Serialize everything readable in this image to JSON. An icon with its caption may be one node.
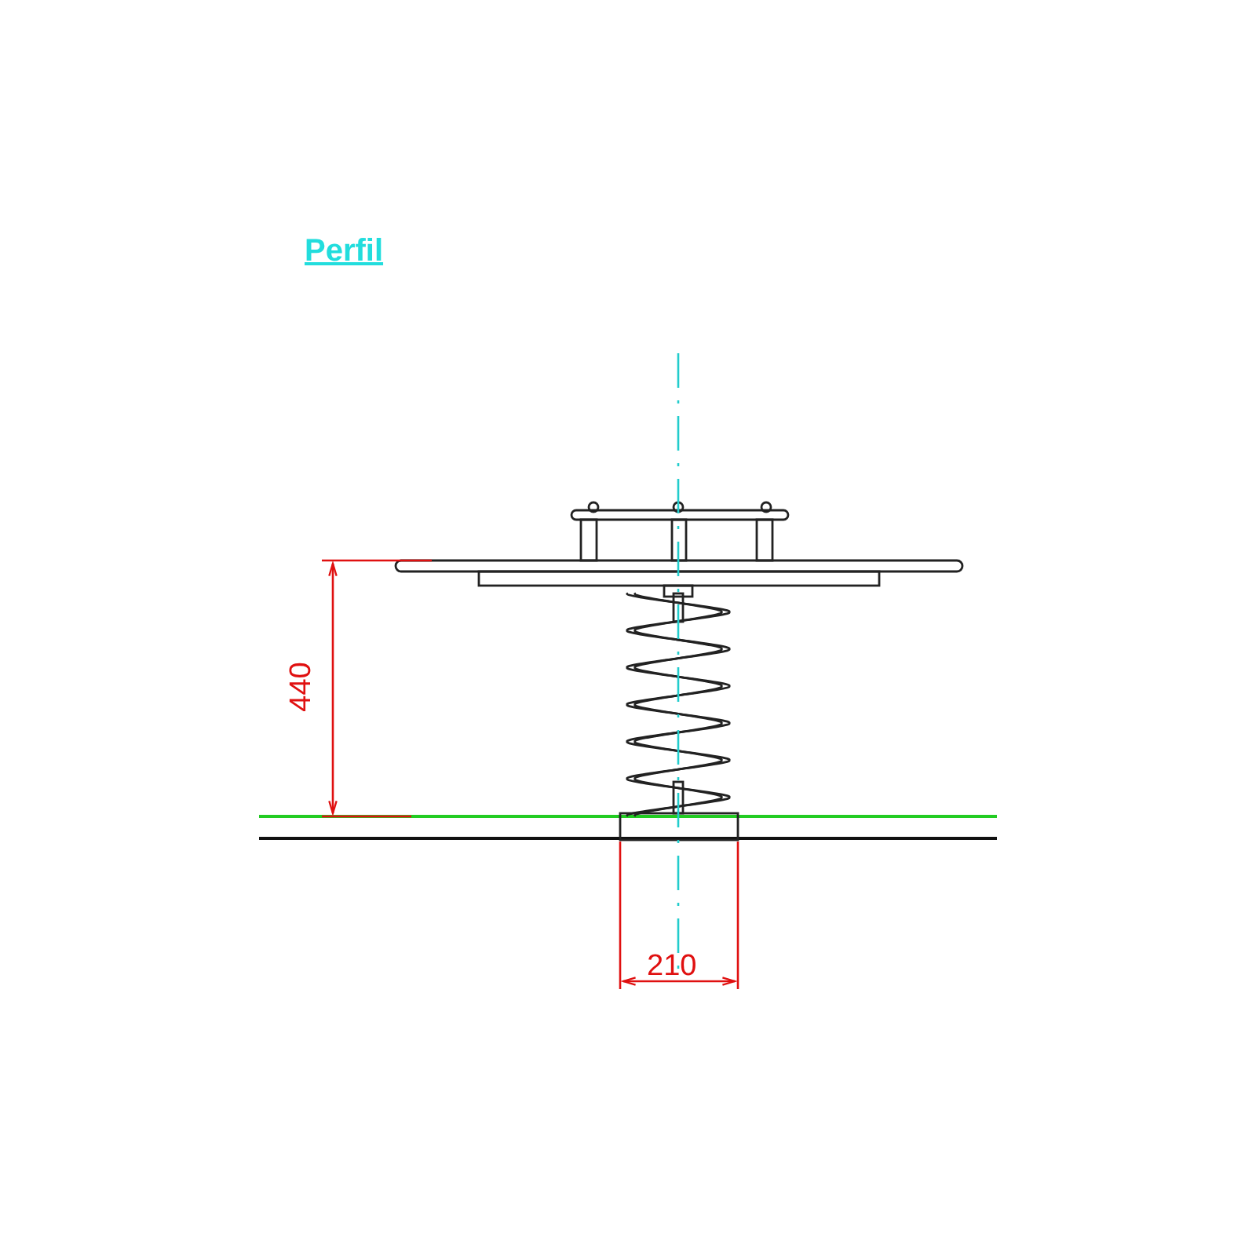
{
  "diagram": {
    "title": "Perfil",
    "labels": [
      "440",
      "210"
    ]
  }
}
